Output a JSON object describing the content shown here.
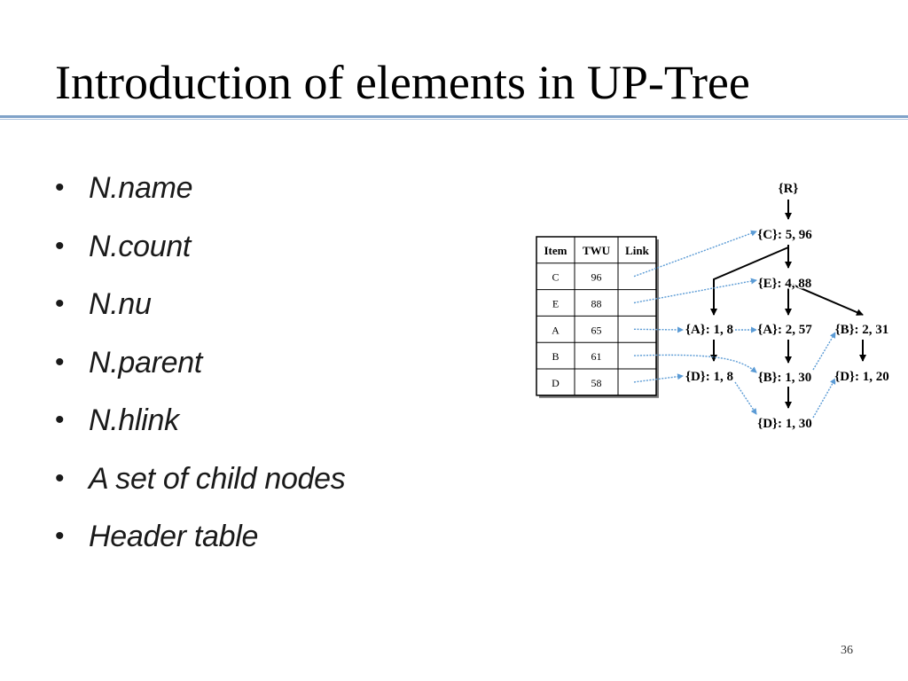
{
  "slide": {
    "title": "Introduction of elements in UP-Tree",
    "bullets": [
      "N.name",
      "N.count",
      "N.nu",
      "N.parent",
      "N.hlink",
      "A set of child nodes",
      "Header table"
    ],
    "bullet_glyph": "•",
    "page_number": "36"
  },
  "header_table": {
    "columns": [
      "Item",
      "TWU",
      "Link"
    ],
    "rows": [
      [
        "C",
        "96",
        ""
      ],
      [
        "E",
        "88",
        ""
      ],
      [
        "A",
        "65",
        ""
      ],
      [
        "B",
        "61",
        ""
      ],
      [
        "D",
        "58",
        ""
      ]
    ]
  },
  "tree_nodes": [
    {
      "id": "R",
      "label": "{R}"
    },
    {
      "id": "C",
      "label": "{C}: 5, 96"
    },
    {
      "id": "E",
      "label": "{E}: 4, 88"
    },
    {
      "id": "A1",
      "label": "{A}: 1, 8"
    },
    {
      "id": "A2",
      "label": "{A}: 2, 57"
    },
    {
      "id": "B1",
      "label": "{B}: 2, 31"
    },
    {
      "id": "D1",
      "label": "{D}: 1, 8"
    },
    {
      "id": "B2",
      "label": "{B}: 1, 30"
    },
    {
      "id": "D2",
      "label": "{D}: 1, 20"
    },
    {
      "id": "D3",
      "label": "{D}: 1, 30"
    }
  ],
  "tree_edges": [
    [
      "R",
      "C"
    ],
    [
      "C",
      "E"
    ],
    [
      "C",
      "A1"
    ],
    [
      "A1",
      "D1"
    ],
    [
      "E",
      "A2"
    ],
    [
      "E",
      "B1"
    ],
    [
      "A2",
      "B2"
    ],
    [
      "B2",
      "D3"
    ],
    [
      "B1",
      "D2"
    ]
  ],
  "node_links": [
    [
      "table:C",
      "C"
    ],
    [
      "table:E",
      "E"
    ],
    [
      "table:A",
      "A1"
    ],
    [
      "A1",
      "A2"
    ],
    [
      "table:B",
      "B2"
    ],
    [
      "B2",
      "B1"
    ],
    [
      "table:D",
      "D1"
    ],
    [
      "D1",
      "D3"
    ],
    [
      "D3",
      "D2"
    ]
  ],
  "colors": {
    "title_rule": "#7fa2c8",
    "link_arrow": "#5b9bd5",
    "tree_edge": "#000000"
  }
}
